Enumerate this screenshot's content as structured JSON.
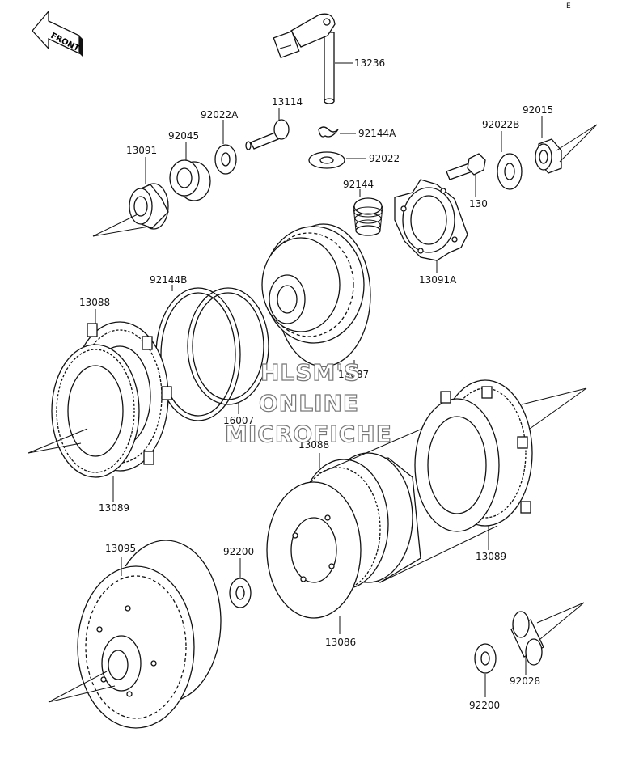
{
  "page": {
    "corner_mark": "E"
  },
  "direction_arrow": {
    "label": "FRONT"
  },
  "watermark": {
    "line1": "HLSM'S",
    "line2": "ONLINE",
    "line3": "MICROFICHE"
  },
  "parts": {
    "p13236": "13236",
    "p13114": "13114",
    "p92022a": "92022A",
    "p92045": "92045",
    "p13091": "13091",
    "p92144a": "92144A",
    "p92022": "92022",
    "p92144": "92144",
    "p92022b": "92022B",
    "p92015": "92015",
    "p130": "130",
    "p13091a": "13091A",
    "p92144b": "92144B",
    "p13088_top": "13088",
    "p13087": "13087",
    "p16007": "16007",
    "p13089_left": "13089",
    "p13088_mid": "13088",
    "p13089_right": "13089",
    "p13095": "13095",
    "p92200_mid": "92200",
    "p13086": "13086",
    "p92028": "92028",
    "p92200_right": "92200"
  }
}
